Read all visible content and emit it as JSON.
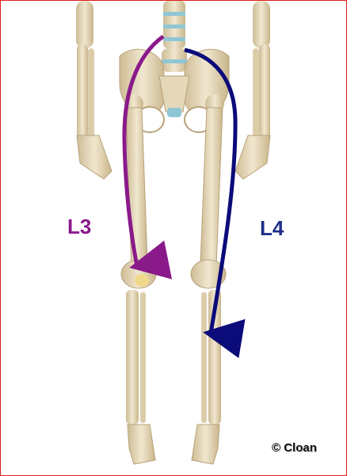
{
  "labels": {
    "left": "L3",
    "right": "L4"
  },
  "copyright": "© Cloan",
  "colors": {
    "frame": "#e11d1d",
    "bone": "#e8dcc0",
    "bone_shade": "#c7b48d",
    "spine_disc": "#8fc6d6",
    "l3_arrow": "#8a1a8a",
    "l4_arrow": "#0b0b7a"
  }
}
